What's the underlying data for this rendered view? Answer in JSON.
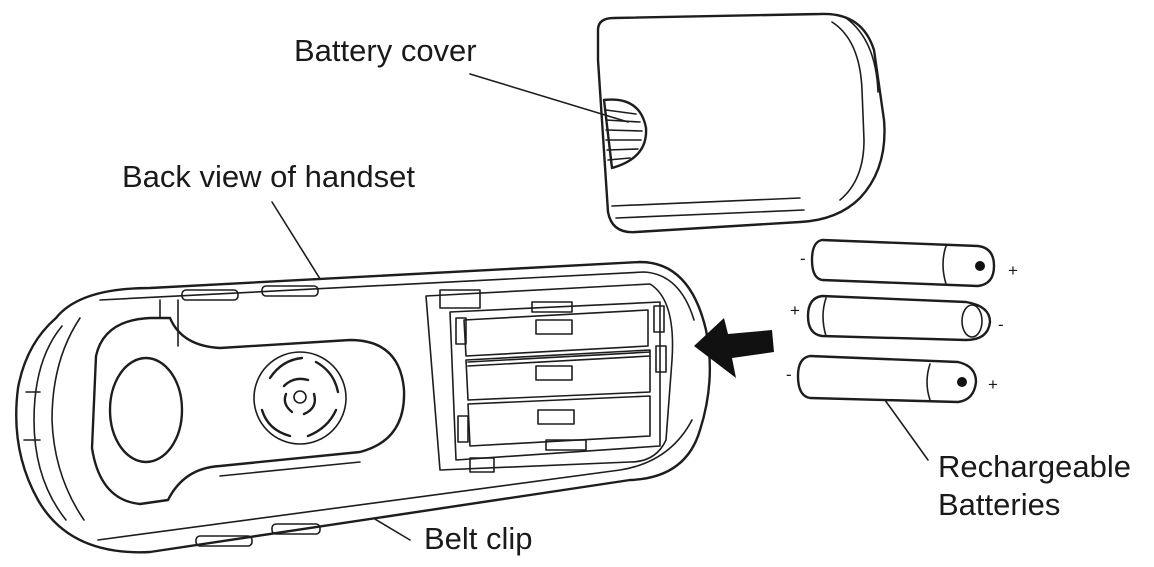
{
  "labels": {
    "battery_cover": "Battery cover",
    "back_view": "Back view of handset",
    "belt_clip": "Belt clip",
    "rechargeable_line1": "Rechargeable",
    "rechargeable_line2": "Batteries"
  },
  "polarity": {
    "battery1_left": "-",
    "battery1_right": "+",
    "battery2_left": "+",
    "battery2_right": "-",
    "battery3_left": "-",
    "battery3_right": "+"
  }
}
